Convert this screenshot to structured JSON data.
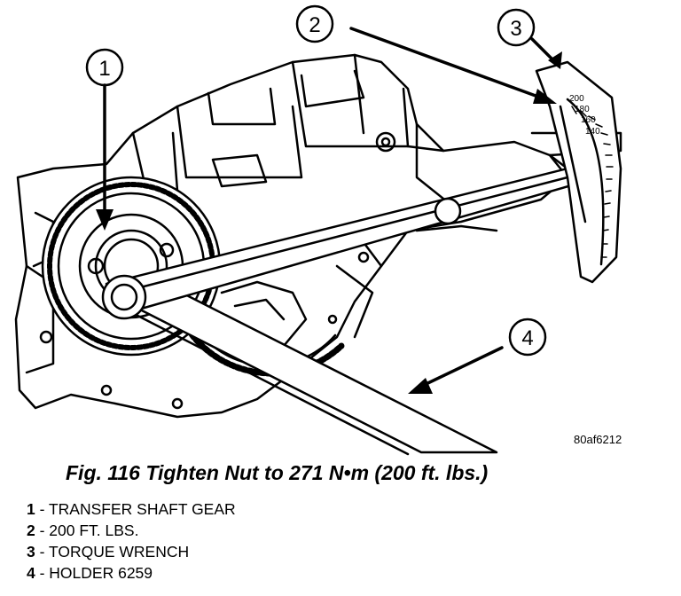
{
  "figure": {
    "image_id": "80af6212",
    "caption": "Fig. 116 Tighten Nut to 271 N•m (200 ft. lbs.)",
    "callouts": [
      "1",
      "2",
      "3",
      "4"
    ],
    "scale_labels": [
      "200",
      "180",
      "160",
      "140"
    ]
  },
  "legend": [
    {
      "num": "1",
      "sep": " - ",
      "text": "TRANSFER SHAFT GEAR"
    },
    {
      "num": "2",
      "sep": " - ",
      "text": "200 FT. LBS."
    },
    {
      "num": "3",
      "sep": " - ",
      "text": "TORQUE WRENCH"
    },
    {
      "num": "4",
      "sep": " - ",
      "text": "HOLDER 6259"
    }
  ]
}
